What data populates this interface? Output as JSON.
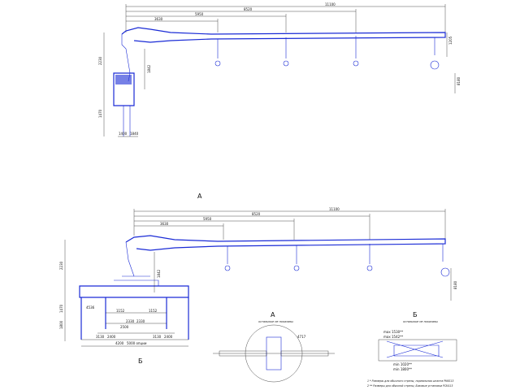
{
  "top_view": {
    "dims_horizontal": [
      "11100",
      "8520",
      "5950",
      "3630"
    ],
    "dims_vertical": [
      "2230",
      "1842",
      "1470"
    ],
    "dims_right": [
      "1205",
      "8180"
    ],
    "dims_bottom": [
      "1400",
      "1840"
    ]
  },
  "bottom_view": {
    "label_top": "A",
    "label_left": "Б",
    "dims_horizontal": [
      "11100",
      "8520",
      "5950",
      "3630"
    ],
    "dims_vertical": [
      "2230",
      "1842",
      "1470",
      "1800"
    ],
    "dims_right": [
      "8180"
    ],
    "outrigger_dims": [
      "1152",
      "1152",
      "2330",
      "2330",
      "2500",
      "3130",
      "2400",
      "3130",
      "2400",
      "4200",
      "5000 опции"
    ],
    "small_dims": [
      "4536"
    ]
  },
  "detail_a": {
    "title": "А",
    "caption": "остальные не показаны",
    "dim": "4717"
  },
  "detail_b": {
    "title": "Б",
    "caption": "остальные не показаны",
    "dims": [
      "max 1530**",
      "max 1542**",
      "min 1020**",
      "min 1800**"
    ]
  },
  "notes": [
    "1 * Размеры для обычного стрелы, нормальная штанга PK6S13",
    "2 ** Размеры для обычной стрелы, Базовые установки PCK413"
  ]
}
